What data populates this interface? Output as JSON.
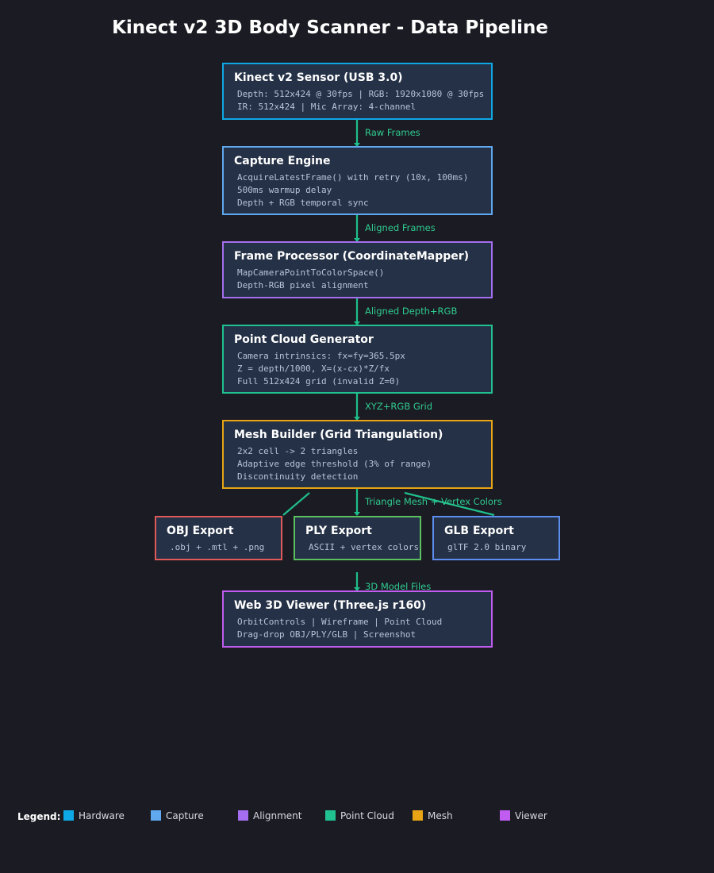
{
  "title": "Kinect v2 3D Body Scanner - Data Pipeline",
  "colors": {
    "background": "#1b1b23",
    "box_fill": "#253146",
    "connector": "#1fbf8a",
    "hardware": "#0ea8e6",
    "capture": "#60a8f0",
    "alignment": "#a56ef0",
    "point_cloud": "#20c090",
    "mesh": "#e8a414",
    "viewer": "#c05cf0",
    "obj": "#e05a5a",
    "ply": "#5cc060",
    "glb": "#5c8ef0"
  },
  "nodes": {
    "sensor": {
      "title": "Kinect v2 Sensor (USB 3.0)",
      "lines": [
        "Depth: 512x424 @ 30fps | RGB: 1920x1080 @ 30fps",
        "IR: 512x424 | Mic Array: 4-channel"
      ]
    },
    "capture": {
      "title": "Capture Engine",
      "lines": [
        "AcquireLatestFrame() with retry (10x, 100ms)",
        "500ms warmup delay",
        "Depth + RGB temporal sync"
      ]
    },
    "processor": {
      "title": "Frame Processor (CoordinateMapper)",
      "lines": [
        "MapCameraPointToColorSpace()",
        "Depth-RGB pixel alignment"
      ]
    },
    "pointcloud": {
      "title": "Point Cloud Generator",
      "lines": [
        "Camera intrinsics: fx=fy=365.5px",
        "Z = depth/1000, X=(x-cx)*Z/fx",
        "Full 512x424 grid (invalid Z=0)"
      ]
    },
    "mesh": {
      "title": "Mesh Builder (Grid Triangulation)",
      "lines": [
        "2x2 cell -> 2 triangles",
        "Adaptive edge threshold (3% of range)",
        "Discontinuity detection"
      ]
    },
    "obj": {
      "title": "OBJ Export",
      "lines": [
        ".obj + .mtl + .png"
      ]
    },
    "ply": {
      "title": "PLY Export",
      "lines": [
        "ASCII + vertex colors"
      ]
    },
    "glb": {
      "title": "GLB Export",
      "lines": [
        "glTF 2.0 binary"
      ]
    },
    "viewer": {
      "title": "Web 3D Viewer (Three.js r160)",
      "lines": [
        "OrbitControls | Wireframe | Point Cloud",
        "Drag-drop OBJ/PLY/GLB | Screenshot"
      ]
    }
  },
  "edges": {
    "raw_frames": "Raw Frames",
    "aligned_frames": "Aligned Frames",
    "aligned_depth_rgb": "Aligned Depth+RGB",
    "xyz_rgb_grid": "XYZ+RGB Grid",
    "triangle_mesh": "Triangle Mesh + Vertex Colors",
    "model_files": "3D Model Files"
  },
  "legend": {
    "title": "Legend:",
    "items": [
      {
        "label": "Hardware",
        "color": "#0ea8e6"
      },
      {
        "label": "Capture",
        "color": "#60a8f0"
      },
      {
        "label": "Alignment",
        "color": "#a56ef0"
      },
      {
        "label": "Point Cloud",
        "color": "#20c090"
      },
      {
        "label": "Mesh",
        "color": "#e8a414"
      },
      {
        "label": "Viewer",
        "color": "#c05cf0"
      }
    ]
  }
}
